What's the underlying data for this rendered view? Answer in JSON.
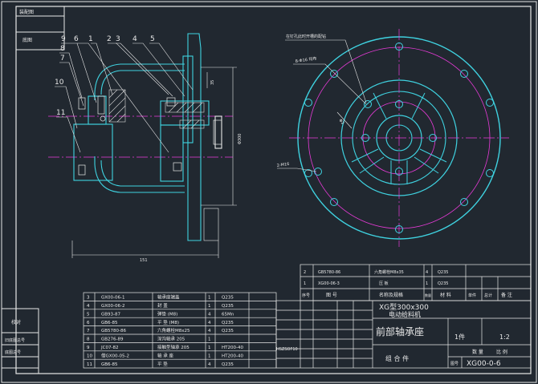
{
  "side_labels": [
    "装配图",
    "底图",
    "校对",
    "旧底图总号",
    "底图总号"
  ],
  "front_numbers": [
    "9",
    "6",
    "1",
    "2",
    "3",
    "4",
    "5",
    "8",
    "7",
    "10",
    "11"
  ],
  "dims": {
    "width": "151",
    "height": "Φ300",
    "small": "35"
  },
  "circle_labels": {
    "slot": "在钉孔此时开槽的配钻",
    "holes1": "8-Φ16 均布",
    "pcd": "Φ2",
    "holes2": "2-M16"
  },
  "parts": [
    {
      "no": "11",
      "code": "GB6-85",
      "name": "平 垫",
      "qty": "4",
      "mat": "Q235"
    },
    {
      "no": "10",
      "code": "借GX00-05-2",
      "name": "轴 承 座",
      "qty": "1",
      "mat": "HT200-40"
    },
    {
      "no": "9",
      "code": "JC07-82",
      "name": "接触型轴承  205",
      "qty": "1",
      "mat": "HT200-40"
    },
    {
      "no": "8",
      "code": "GB276-89",
      "name": "深沟轴承  205",
      "qty": "1",
      "mat": ""
    },
    {
      "no": "7",
      "code": "GB5780-86",
      "name": "六角螺栓M8x25",
      "qty": "4",
      "mat": "Q235"
    },
    {
      "no": "6",
      "code": "GB6-85",
      "name": "平 垫 (M8)",
      "qty": "4",
      "mat": "Q235"
    },
    {
      "no": "5",
      "code": "GB93-87",
      "name": "弹垫 (M8)",
      "qty": "4",
      "mat": "65Mn"
    },
    {
      "no": "4",
      "code": "GX00-06-2",
      "name": "封   盖",
      "qty": "1",
      "mat": "Q235"
    },
    {
      "no": "3",
      "code": "GX00-06-1",
      "name": "轴承座端盖",
      "qty": "1",
      "mat": "Q235"
    }
  ],
  "bom_top": [
    {
      "no": "2",
      "code": "GB5780-86",
      "name": "六角螺栓M8x35",
      "qty": "4",
      "mat": "Q235"
    },
    {
      "no": "1",
      "code": "XG00-06-3",
      "name": "压   板",
      "qty": "1",
      "mat": "Q235"
    }
  ],
  "bom_header": {
    "no": "序号",
    "code": "图    号",
    "name": "名称及规格",
    "qty": "数量",
    "mat": "材  料",
    "unit": "单件",
    "total": "总计",
    "note": "备 注"
  },
  "title_block": {
    "project": "XG型300x300",
    "project2": "电动给料机",
    "part_name": "前部轴承座",
    "kind": "组 合 件",
    "count": "1件",
    "scale": "1:2",
    "drawing_no": "XG00-0-6",
    "ratio_label": "比 例",
    "qty_label": "数 量",
    "dwg_label": "图号",
    "std": "HSZSOF10"
  },
  "colors": {
    "bg": "#212830",
    "cyan": "#3fd2e0",
    "magenta": "#e93bd9",
    "white": "#e8e8e8",
    "hatch": "#d9d9d9"
  }
}
